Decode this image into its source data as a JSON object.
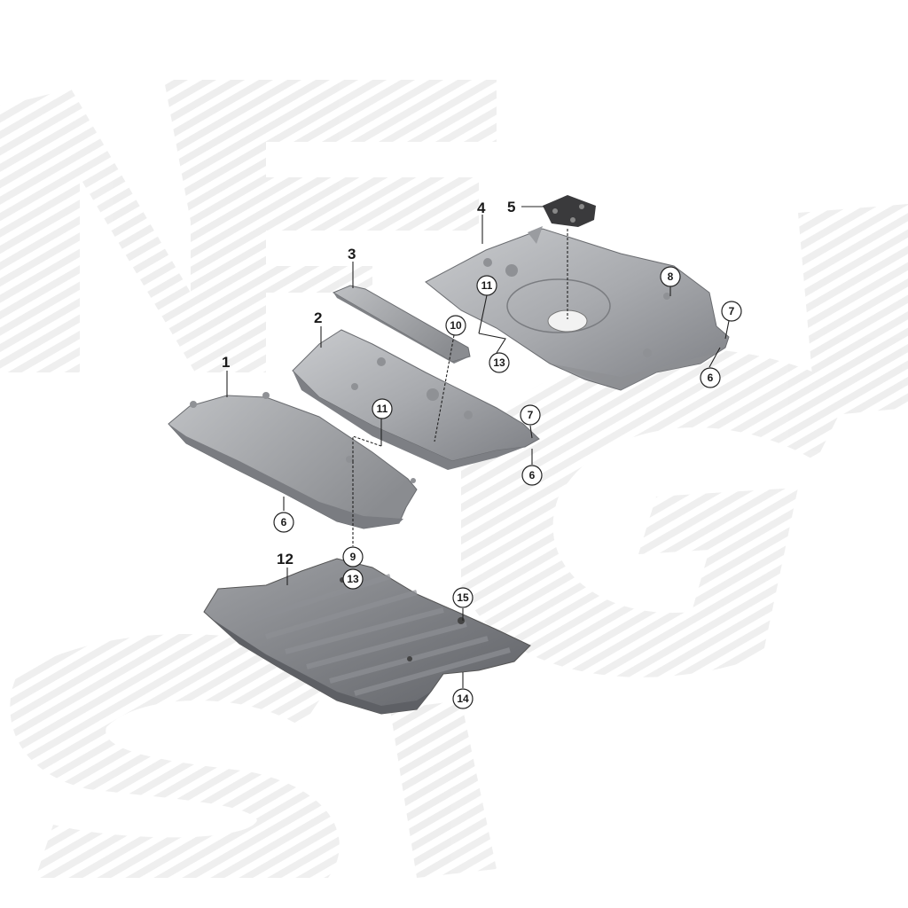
{
  "callouts": {
    "p1": "1",
    "p2": "2",
    "p3": "3",
    "p4": "4",
    "p5": "5",
    "p12": "12",
    "c6a": "6",
    "c6b": "6",
    "c6c": "6",
    "c7a": "7",
    "c7b": "7",
    "c8": "8",
    "c9": "9",
    "c10": "10",
    "c11a": "11",
    "c11b": "11",
    "c13a": "13",
    "c13b": "13",
    "c14": "14",
    "c15": "15"
  },
  "colors": {
    "panel_light": "#b9bbbf",
    "panel_mid": "#9a9ca1",
    "panel_dark": "#6e7075",
    "watermark": "#efefef",
    "pad_dark": "#3a3a3c"
  }
}
